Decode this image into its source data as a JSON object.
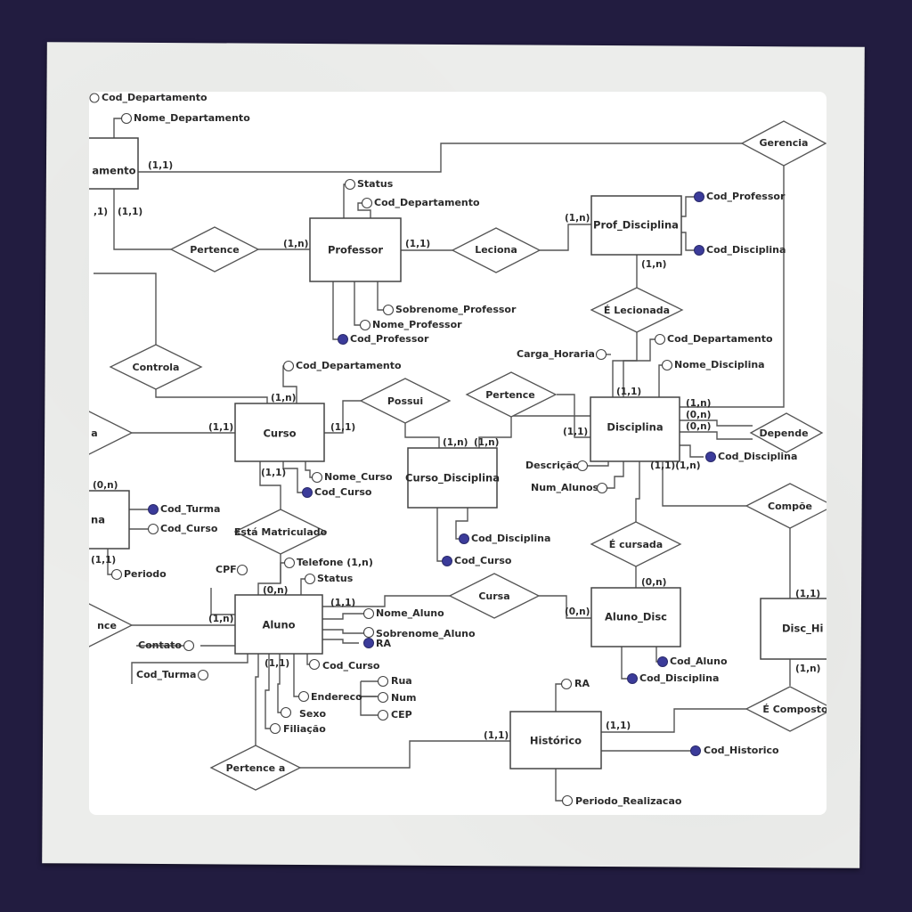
{
  "diagram": {
    "type": "entity-relationship",
    "colors": {
      "background": "#221c40",
      "paper": "#ecedeb",
      "sheet": "#ffffff",
      "key_attribute": "#3b3b9a",
      "line": "#555555"
    },
    "entities": [
      {
        "id": "departamento",
        "label": "amento"
      },
      {
        "id": "professor",
        "label": "Professor"
      },
      {
        "id": "prof_disciplina",
        "label": "Prof_Disciplina"
      },
      {
        "id": "curso",
        "label": "Curso"
      },
      {
        "id": "curso_disciplina",
        "label": "Curso_Disciplina"
      },
      {
        "id": "disciplina",
        "label": "Disciplina"
      },
      {
        "id": "turma",
        "label": "na"
      },
      {
        "id": "aluno",
        "label": "Aluno"
      },
      {
        "id": "aluno_disc",
        "label": "Aluno_Disc"
      },
      {
        "id": "disc_historico",
        "label": "Disc_Hi"
      },
      {
        "id": "historico",
        "label": "Histórico"
      }
    ],
    "relationships": [
      {
        "id": "gerencia",
        "label": "Gerencia"
      },
      {
        "id": "pertence_prof",
        "label": "Pertence"
      },
      {
        "id": "leciona",
        "label": "Leciona"
      },
      {
        "id": "e_lecionada",
        "label": "É Lecionada"
      },
      {
        "id": "controla",
        "label": "Controla"
      },
      {
        "id": "possui",
        "label": "Possui"
      },
      {
        "id": "pertence_disc",
        "label": "Pertence"
      },
      {
        "id": "depende",
        "label": "Depende"
      },
      {
        "id": "left_rel_upper",
        "label": "a"
      },
      {
        "id": "esta_matriculado",
        "label": "Está Matriculado"
      },
      {
        "id": "left_rel_lower",
        "label": "nce"
      },
      {
        "id": "cursa",
        "label": "Cursa"
      },
      {
        "id": "e_cursada",
        "label": "É cursada"
      },
      {
        "id": "compoe",
        "label": "Compõe"
      },
      {
        "id": "e_composto",
        "label": "É Composto"
      },
      {
        "id": "pertence_a",
        "label": "Pertence a"
      }
    ],
    "attributes": [
      {
        "id": "dep_cod",
        "label": "Cod_Departamento",
        "key": false
      },
      {
        "id": "dep_nome",
        "label": "Nome_Departamento",
        "key": false
      },
      {
        "id": "prof_status",
        "label": "Status",
        "key": false
      },
      {
        "id": "prof_cod_dep",
        "label": "Cod_Departamento",
        "key": false
      },
      {
        "id": "prof_sobrenome",
        "label": "Sobrenome_Professor",
        "key": false
      },
      {
        "id": "prof_nome",
        "label": "Nome_Professor",
        "key": false
      },
      {
        "id": "prof_cod",
        "label": "Cod_Professor",
        "key": true
      },
      {
        "id": "pd_cod_prof",
        "label": "Cod_Professor",
        "key": true
      },
      {
        "id": "pd_cod_disc",
        "label": "Cod_Disciplina",
        "key": true
      },
      {
        "id": "curso_cod_dep",
        "label": "Cod_Departamento",
        "key": false
      },
      {
        "id": "curso_nome",
        "label": "Nome_Curso",
        "key": false
      },
      {
        "id": "curso_cod",
        "label": "Cod_Curso",
        "key": true
      },
      {
        "id": "cd_cod_disc",
        "label": "Cod_Disciplina",
        "key": true
      },
      {
        "id": "cd_cod_curso",
        "label": "Cod_Curso",
        "key": true
      },
      {
        "id": "disc_carga",
        "label": "Carga_Horaria",
        "key": false
      },
      {
        "id": "disc_cod_dep",
        "label": "Cod_Departamento",
        "key": false
      },
      {
        "id": "disc_nome",
        "label": "Nome_Disciplina",
        "key": false
      },
      {
        "id": "disc_cod",
        "label": "Cod_Disciplina",
        "key": true
      },
      {
        "id": "disc_descricao",
        "label": "Descrição",
        "key": false
      },
      {
        "id": "disc_num_alunos",
        "label": "Num_Alunos",
        "key": false
      },
      {
        "id": "turma_cod",
        "label": "Cod_Turma",
        "key": true
      },
      {
        "id": "turma_cod_curso",
        "label": "Cod_Curso",
        "key": false
      },
      {
        "id": "turma_periodo",
        "label": "Periodo",
        "key": false
      },
      {
        "id": "aluno_cpf",
        "label": "CPF",
        "key": false
      },
      {
        "id": "aluno_telefone",
        "label": "Telefone (1,n)",
        "key": false
      },
      {
        "id": "aluno_status",
        "label": "Status",
        "key": false
      },
      {
        "id": "aluno_contato",
        "label": "Contato",
        "key": false,
        "struck": true
      },
      {
        "id": "aluno_cod_turma",
        "label": "Cod_Turma",
        "key": false
      },
      {
        "id": "aluno_nome",
        "label": "Nome_Aluno",
        "key": false
      },
      {
        "id": "aluno_sobrenome",
        "label": "Sobrenome_Aluno",
        "key": false
      },
      {
        "id": "aluno_ra",
        "label": "RA",
        "key": true
      },
      {
        "id": "aluno_cod_curso",
        "label": "Cod_Curso",
        "key": false
      },
      {
        "id": "aluno_endereco",
        "label": "Endereco",
        "key": false
      },
      {
        "id": "end_rua",
        "label": "Rua",
        "key": false
      },
      {
        "id": "end_num",
        "label": "Num",
        "key": false
      },
      {
        "id": "end_cep",
        "label": "CEP",
        "key": false
      },
      {
        "id": "aluno_sexo",
        "label": "Sexo",
        "key": false
      },
      {
        "id": "aluno_filiacao",
        "label": "Filiação",
        "key": false
      },
      {
        "id": "ad_cod_aluno",
        "label": "Cod_Aluno",
        "key": true
      },
      {
        "id": "ad_cod_disc",
        "label": "Cod_Disciplina",
        "key": true
      },
      {
        "id": "hist_ra",
        "label": "RA",
        "key": false
      },
      {
        "id": "hist_cod",
        "label": "Cod_Historico",
        "key": true
      },
      {
        "id": "hist_periodo",
        "label": "Periodo_Realizacao",
        "key": false
      }
    ],
    "cardinalities": [
      {
        "id": "c_dep_gerencia",
        "label": "(1,1)"
      },
      {
        "id": "c_dep_a",
        "label": ",1)"
      },
      {
        "id": "c_dep_b",
        "label": "(1,1)"
      },
      {
        "id": "c_prof_pertence",
        "label": "(1,n)"
      },
      {
        "id": "c_prof_leciona",
        "label": "(1,1)"
      },
      {
        "id": "c_pd_leciona",
        "label": "(1,n)"
      },
      {
        "id": "c_pd_lecionada",
        "label": "(1,n)"
      },
      {
        "id": "c_curso_top",
        "label": "(1,n)"
      },
      {
        "id": "c_curso_left",
        "label": "(1,1)"
      },
      {
        "id": "c_curso_right",
        "label": "(1,1)"
      },
      {
        "id": "c_curso_bottom",
        "label": "(1,1)"
      },
      {
        "id": "c_cd_a",
        "label": "(1,n)"
      },
      {
        "id": "c_cd_b",
        "label": "(1,n)"
      },
      {
        "id": "c_disc_top",
        "label": "(1,1)"
      },
      {
        "id": "c_disc_left",
        "label": "(1,1)"
      },
      {
        "id": "c_disc_r1",
        "label": "(1,n)"
      },
      {
        "id": "c_disc_r2",
        "label": "(0,n)"
      },
      {
        "id": "c_disc_r3",
        "label": "(0,n)"
      },
      {
        "id": "c_disc_bottom",
        "label": "(1,1)(1,n)"
      },
      {
        "id": "c_turma_top",
        "label": "(0,n)"
      },
      {
        "id": "c_turma_bottom",
        "label": "(1,1)"
      },
      {
        "id": "c_aluno_top",
        "label": "(0,n)"
      },
      {
        "id": "c_aluno_left",
        "label": "(1,n)"
      },
      {
        "id": "c_aluno_right",
        "label": "(1,1)"
      },
      {
        "id": "c_aluno_bottom",
        "label": "(1,1)"
      },
      {
        "id": "c_ad_left",
        "label": "(0,n)"
      },
      {
        "id": "c_ad_top",
        "label": "(0,n)"
      },
      {
        "id": "c_dh_top",
        "label": "(1,1)"
      },
      {
        "id": "c_dh_bottom",
        "label": "(1,n)"
      },
      {
        "id": "c_hist_left",
        "label": "(1,1)"
      },
      {
        "id": "c_hist_right",
        "label": "(1,1)"
      }
    ]
  }
}
